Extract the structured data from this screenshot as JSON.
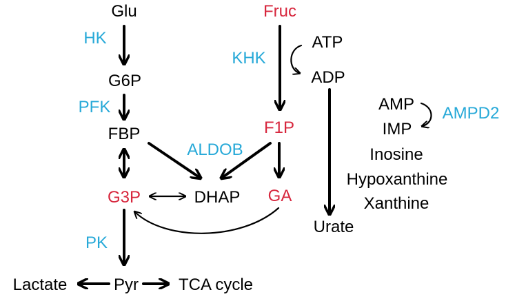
{
  "colors": {
    "metabolite": "#000000",
    "fructose_pathway": "#d7263d",
    "enzyme": "#27a9d8",
    "background": "#ffffff"
  },
  "glycolysis": {
    "glu": "Glu",
    "g6p": "G6P",
    "fbp": "FBP",
    "g3p": "G3P",
    "dhap": "DHAP",
    "pyr": "Pyr",
    "lactate": "Lactate",
    "tca": "TCA cycle"
  },
  "fructolysis": {
    "fruc": "Fruc",
    "f1p": "F1P",
    "ga": "GA",
    "atp": "ATP",
    "adp": "ADP",
    "amp": "AMP",
    "imp": "IMP",
    "inosine": "Inosine",
    "hypoxanthine": "Hypoxanthine",
    "xanthine": "Xanthine",
    "urate": "Urate"
  },
  "enzymes": {
    "hk": "HK",
    "pfk": "PFK",
    "aldob": "ALDOB",
    "pk": "PK",
    "khk": "KHK",
    "ampd2": "AMPD2"
  }
}
